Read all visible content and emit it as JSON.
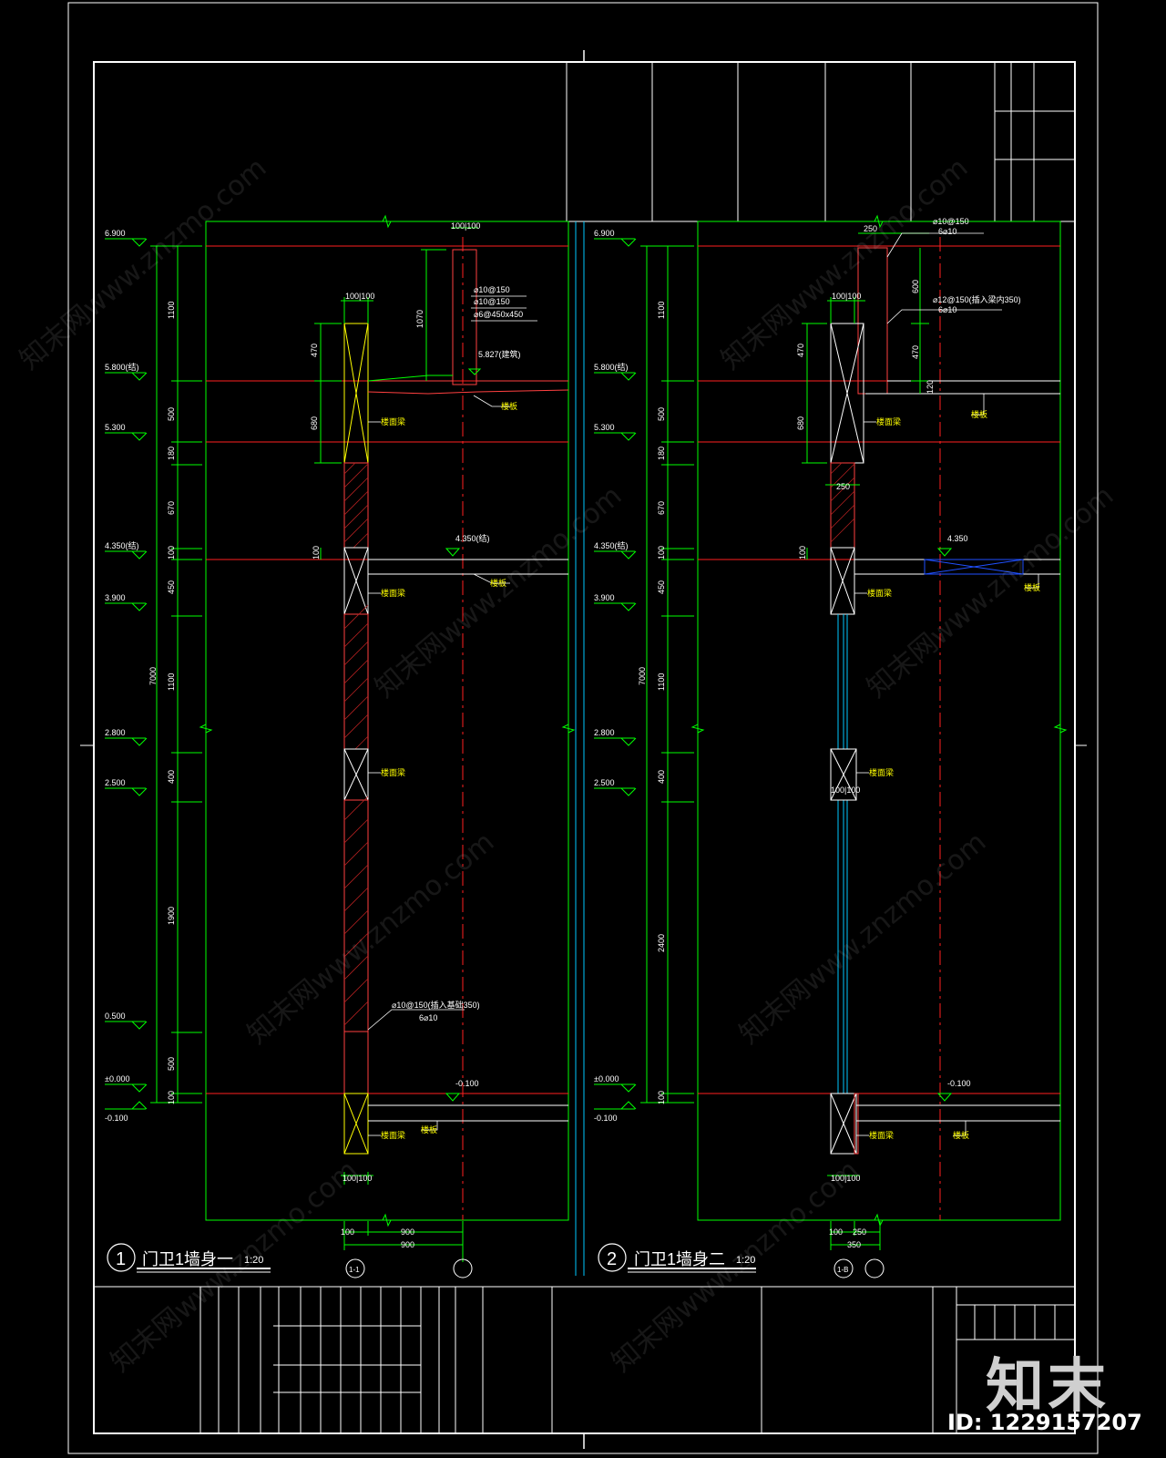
{
  "drawing": {
    "detail1": {
      "num": "1",
      "title": "门卫1墙身一",
      "scale": "1:20",
      "grid": "1-1"
    },
    "detail2": {
      "num": "2",
      "title": "门卫1墙身二",
      "scale": "1:20",
      "grid": "1-B"
    },
    "elevations": [
      "6.900",
      "5.800(结)",
      "5.300",
      "4.350(结)",
      "3.900",
      "2.800",
      "2.500",
      "0.500",
      "±0.000",
      "-0.100"
    ],
    "dims_left1": [
      "1100",
      "500",
      "180",
      "670",
      "100",
      "450",
      "1100",
      "400",
      "1900",
      "500",
      "100"
    ],
    "dims_left2": [
      "1100",
      "500",
      "180",
      "670",
      "100",
      "450",
      "1100",
      "400",
      "2400",
      "100"
    ],
    "total_height": "7000",
    "d1": {
      "top_dim": "100|100",
      "parapet_h": "1070",
      "dim_470": "470",
      "dim_680": "680",
      "dim_100": "100",
      "rebar1": "⌀10@150",
      "rebar2": "⌀10@150",
      "rebar3": "⌀6@450x450",
      "el_5827": "5.827(建筑)",
      "el_4350": "4.350(结)",
      "el_m0100": "-0.100",
      "lintel": "楼面梁",
      "slab": "楼板",
      "rebar_bot": "⌀10@150(插入基础350)",
      "rebar_bot2": "6⌀10",
      "bottom_dim": "100|100",
      "base_100": "100",
      "base_900": "900",
      "base_900b": "900"
    },
    "d2": {
      "top_250": "250",
      "rebar_top1": "⌀10@150",
      "rebar_top2": "6⌀10",
      "dim_600": "600",
      "rebar_mid1": "⌀12@150(插入梁内350)",
      "rebar_mid2": "6⌀10",
      "dim_470a": "470",
      "dim_470b": "470",
      "dim_120": "120",
      "dim_680": "680",
      "dim_250": "250",
      "dim_100": "100",
      "top_dim": "100|100",
      "el_4350": "4.350",
      "el_m0100": "-0.100",
      "lintel": "楼面梁",
      "slab": "楼板",
      "win_dim": "100|100",
      "bottom_dim": "100|100",
      "base_100": "100",
      "base_250": "250",
      "base_350": "350"
    }
  },
  "watermark": "知末网www.znzmo.com",
  "logo": "知末",
  "id_text": "ID: 1229157207",
  "colors": {
    "bg": "#000000",
    "frame": "#ffffff",
    "dim": "#00ff00",
    "axis": "#ff2020",
    "wall": "#ff4040",
    "note": "#ffff00",
    "glass": "#00c8ff",
    "dark": "#2050ff"
  }
}
